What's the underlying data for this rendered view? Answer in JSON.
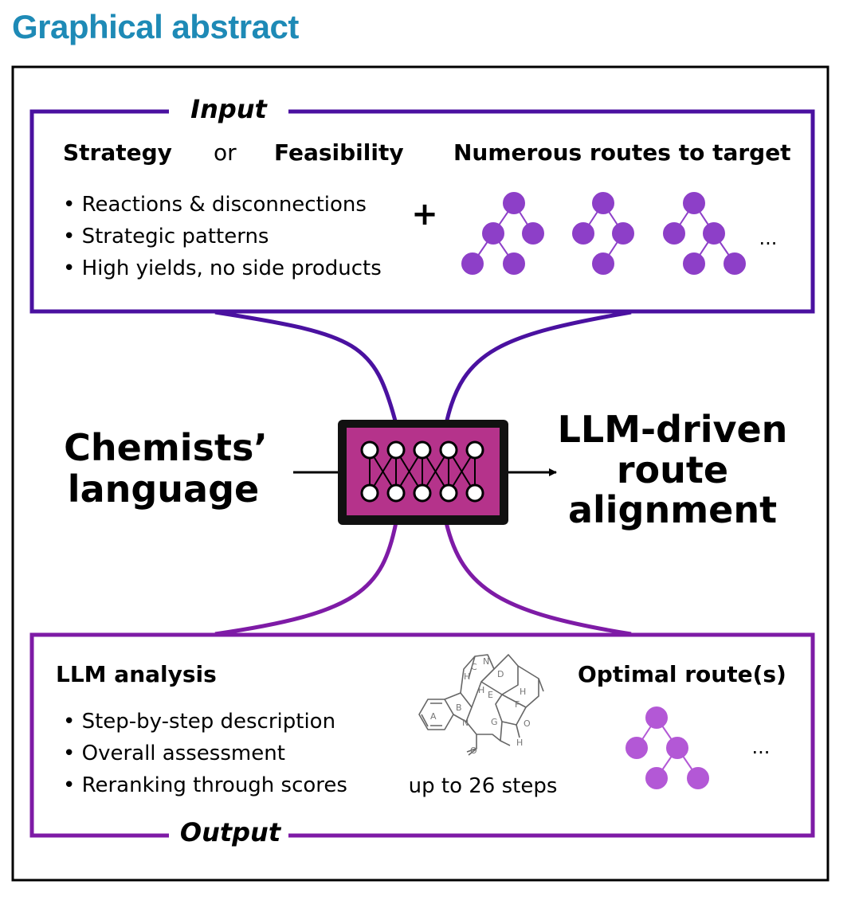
{
  "heading": "Graphical abstract",
  "input": {
    "title": "Input",
    "strategy": "Strategy",
    "or": "or",
    "feasibility": "Feasibility",
    "routes_heading": "Numerous routes to target",
    "bullets": [
      "• Reactions & disconnections",
      "• Strategic patterns",
      "• High yields, no side products"
    ],
    "plus": "+",
    "ellipsis": "..."
  },
  "center": {
    "left_lines": [
      "Chemists’",
      "language"
    ],
    "right_lines": [
      "LLM-driven",
      "route",
      "alignment"
    ]
  },
  "output": {
    "title": "Output",
    "analysis_heading": "LLM analysis",
    "bullets": [
      "• Step-by-step description",
      "• Overall assessment",
      "• Reranking through scores"
    ],
    "steps_caption": "up to 26 steps",
    "optimal_heading": "Optimal route(s)",
    "ellipsis": "...",
    "molecule_labels": [
      "N",
      "N",
      "O",
      "O",
      "H",
      "H",
      "H",
      "H",
      "A",
      "B",
      "C",
      "D",
      "E",
      "F",
      "G"
    ]
  },
  "colors": {
    "heading": "#1e8ab6",
    "input_purple": "#4a11a0",
    "output_purple": "#7e1ba6",
    "node": "#8d3fc8",
    "node_light": "#b358d6",
    "network": "#b5338b"
  }
}
